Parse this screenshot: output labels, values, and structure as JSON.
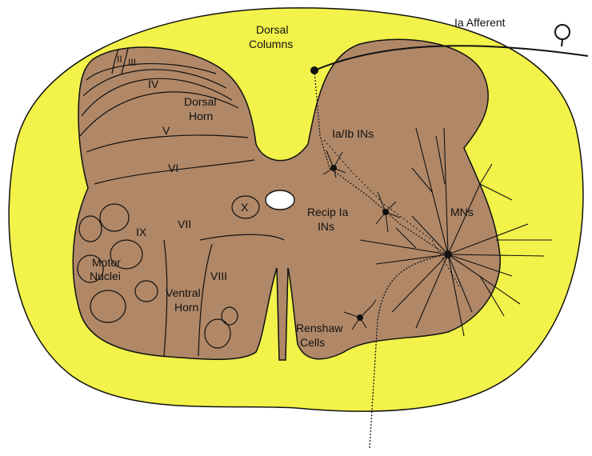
{
  "colors": {
    "white_matter": "#f2f24a",
    "gray_matter": "#b08868",
    "outline": "#111111",
    "canal": "#ffffff"
  },
  "labels": {
    "ia_afferent": "Ia Afferent",
    "dorsal_columns_1": "Dorsal",
    "dorsal_columns_2": "Columns",
    "lamina_ii": "II",
    "lamina_iii": "III",
    "lamina_iv": "IV",
    "dorsal_horn_1": "Dorsal",
    "dorsal_horn_2": "Horn",
    "lamina_v": "V",
    "lamina_vi": "VI",
    "lamina_vii": "VII",
    "lamina_x": "X",
    "lamina_ix": "IX",
    "motor_nuclei_1": "Motor",
    "motor_nuclei_2": "Nuclei",
    "ventral_horn_1": "Ventral",
    "ventral_horn_2": "Horn",
    "lamina_viii": "VIII",
    "ia_ib_ins": "Ia/Ib INs",
    "recip_ia_1": "Recip Ia",
    "recip_ia_2": "INs",
    "mns": "MNs",
    "renshaw_1": "Renshaw",
    "renshaw_2": "Cells"
  },
  "icons": [
    "neuron-soma-icon",
    "afferent-ganglion-icon"
  ]
}
